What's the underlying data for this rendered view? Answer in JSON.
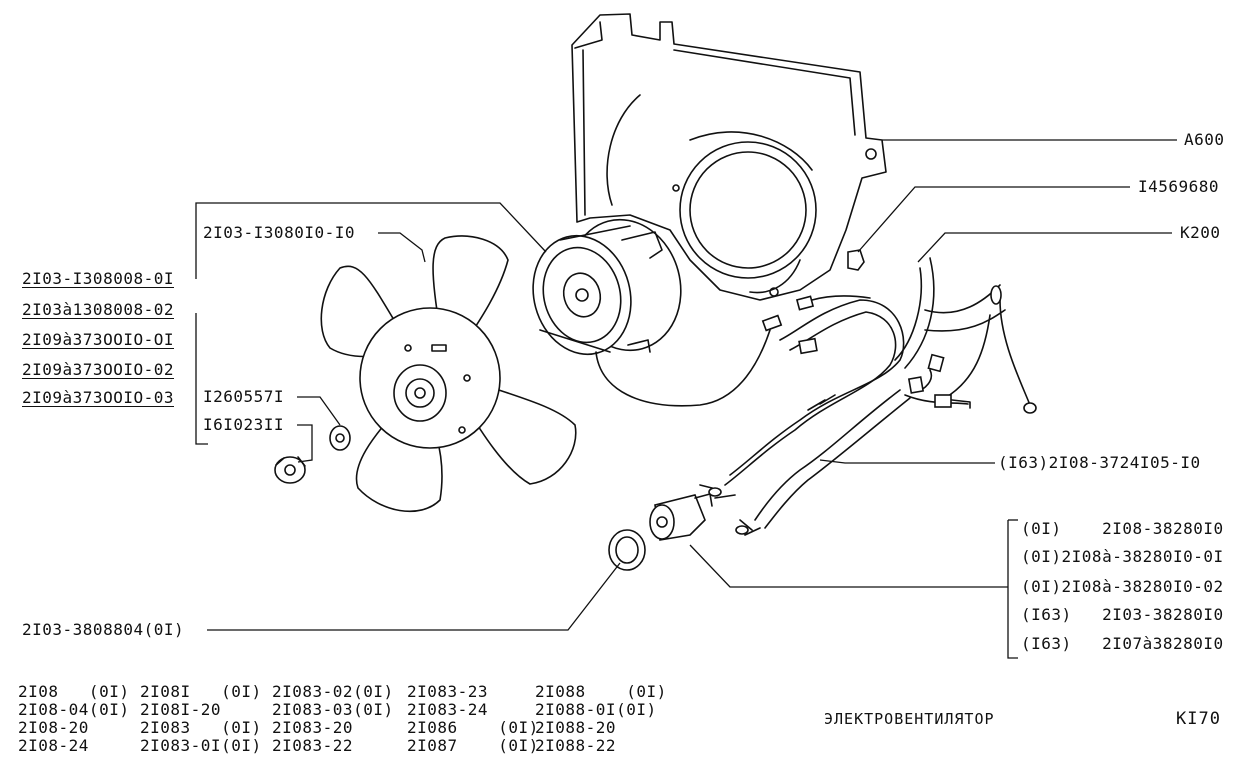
{
  "callouts": {
    "a600": "A600",
    "i4569680": "I4569680",
    "k200": "K200",
    "fan_motor": "2I03-I3080I0-I0",
    "fan_variants": [
      "2I03-I308008-0I",
      "2I03à1308008-02",
      "2I09à373OOIO-OI",
      "2I09à373OOIO-02",
      "2I09à373OOIO-03"
    ],
    "washer": "I260557I",
    "nut": "I6I023II",
    "harness": "(I63)2I08-3724I05-I0",
    "sensor_variants": [
      "(0I)    2I08-38280I0",
      "(0I)2I08à-38280I0-0I",
      "(0I)2I08à-38280I0-02",
      "(I63)   2I03-38280I0",
      "(I63)   2I07à38280I0"
    ],
    "gasket": "2I03-3808804(0I)"
  },
  "models": [
    [
      "2I08   (0I)",
      "2I08-04(0I)",
      "2I08-20",
      "2I08-24"
    ],
    [
      "2I08I   (0I)",
      "2I08I-20",
      "2I083   (0I)",
      "2I083-0I(0I)"
    ],
    [
      "2I083-02(0I)",
      "2I083-03(0I)",
      "2I083-20",
      "2I083-22"
    ],
    [
      "2I083-23",
      "2I083-24",
      "2I086    (0I)",
      "2I087    (0I)"
    ],
    [
      "2I088    (0I)",
      "2I088-0I(0I)",
      "2I088-20",
      "2I088-22"
    ]
  ],
  "title": "ЭЛЕКТРОВЕНТИЛЯТОР",
  "sheet": "KI70"
}
